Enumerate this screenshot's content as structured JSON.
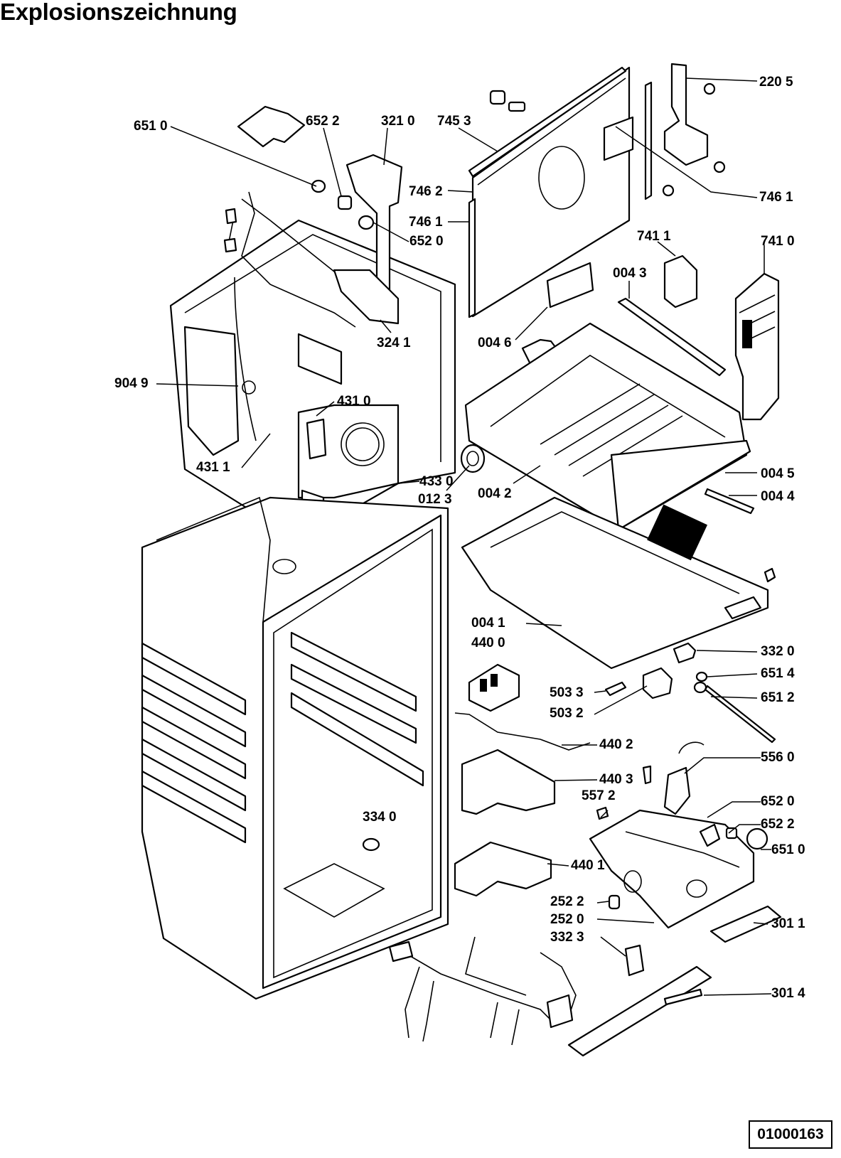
{
  "title": "Explosionszeichnung",
  "reference_number": "01000163",
  "labels": [
    {
      "id": "l-2205",
      "text": "220 5"
    },
    {
      "id": "l-6510a",
      "text": "651 0"
    },
    {
      "id": "l-6522a",
      "text": "652 2"
    },
    {
      "id": "l-3210",
      "text": "321 0"
    },
    {
      "id": "l-7453",
      "text": "745 3"
    },
    {
      "id": "l-7462",
      "text": "746 2"
    },
    {
      "id": "l-7461a",
      "text": "746 1"
    },
    {
      "id": "l-7461b",
      "text": "746 1"
    },
    {
      "id": "l-6520a",
      "text": "652 0"
    },
    {
      "id": "l-7411",
      "text": "741 1"
    },
    {
      "id": "l-7410",
      "text": "741 0"
    },
    {
      "id": "l-0043",
      "text": "004 3"
    },
    {
      "id": "l-3241",
      "text": "324 1"
    },
    {
      "id": "l-0046",
      "text": "004 6"
    },
    {
      "id": "l-9049",
      "text": "904 9"
    },
    {
      "id": "l-4310",
      "text": "431 0"
    },
    {
      "id": "l-4311",
      "text": "431 1"
    },
    {
      "id": "l-4330",
      "text": "433 0"
    },
    {
      "id": "l-0123",
      "text": "012 3"
    },
    {
      "id": "l-0042",
      "text": "004 2"
    },
    {
      "id": "l-0045",
      "text": "004 5"
    },
    {
      "id": "l-0044",
      "text": "004 4"
    },
    {
      "id": "l-0041",
      "text": "004 1"
    },
    {
      "id": "l-4400",
      "text": "440 0"
    },
    {
      "id": "l-3320",
      "text": "332 0"
    },
    {
      "id": "l-6514",
      "text": "651 4"
    },
    {
      "id": "l-5033",
      "text": "503 3"
    },
    {
      "id": "l-5032",
      "text": "503 2"
    },
    {
      "id": "l-6512",
      "text": "651 2"
    },
    {
      "id": "l-4402",
      "text": "440 2"
    },
    {
      "id": "l-5560",
      "text": "556 0"
    },
    {
      "id": "l-4403",
      "text": "440 3"
    },
    {
      "id": "l-5572",
      "text": "557 2"
    },
    {
      "id": "l-6520b",
      "text": "652 0"
    },
    {
      "id": "l-3340",
      "text": "334 0"
    },
    {
      "id": "l-6522b",
      "text": "652 2"
    },
    {
      "id": "l-4401",
      "text": "440 1"
    },
    {
      "id": "l-6510b",
      "text": "651 0"
    },
    {
      "id": "l-2522",
      "text": "252 2"
    },
    {
      "id": "l-2520",
      "text": "252 0"
    },
    {
      "id": "l-3323",
      "text": "332 3"
    },
    {
      "id": "l-3011",
      "text": "301 1"
    },
    {
      "id": "l-3014",
      "text": "301 4"
    }
  ]
}
